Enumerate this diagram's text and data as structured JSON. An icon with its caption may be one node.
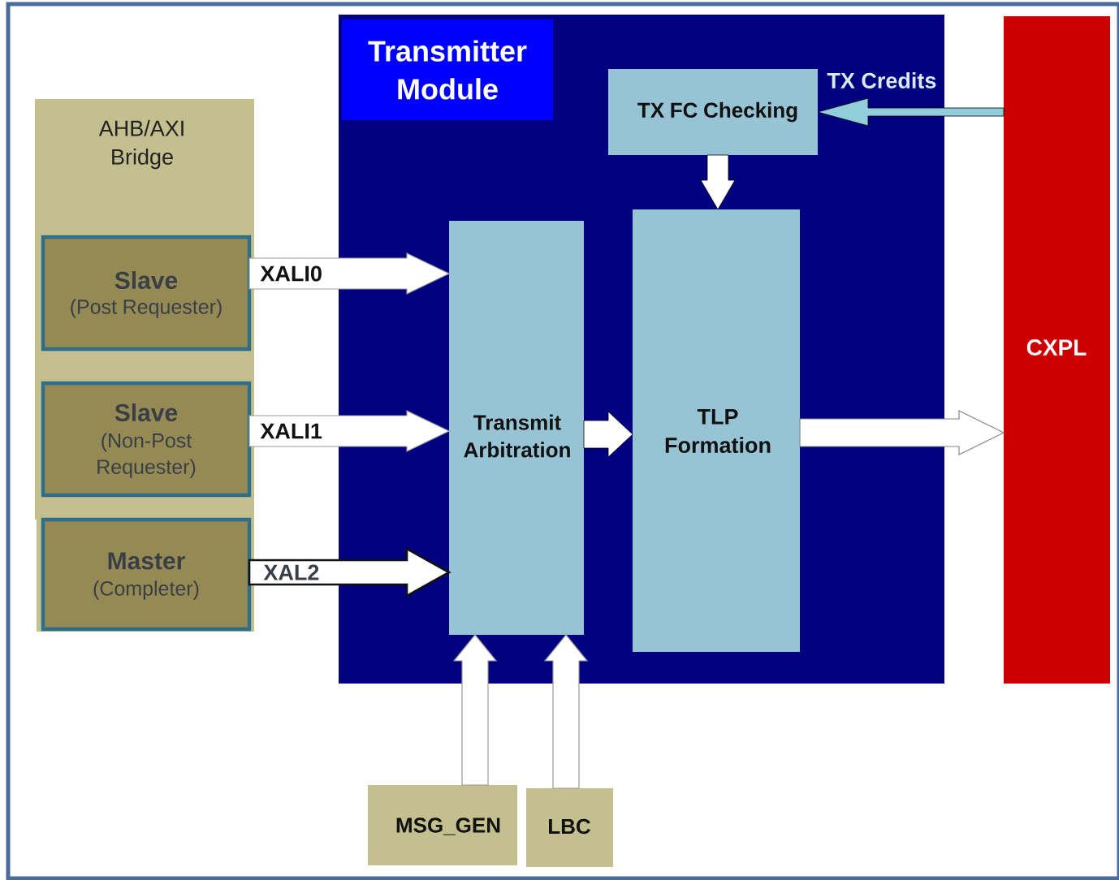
{
  "diagram": {
    "nodes": [
      {
        "text": [
          "AHB/AXI Bridge"
        ]
      },
      {
        "text": [
          "Slave",
          "(Post Requester)"
        ],
        "in": 0
      },
      {
        "text": [
          "Slave",
          "(Non-Post Requester)"
        ],
        "in": 0
      },
      {
        "text": [
          "Master",
          "(Completer)"
        ]
      },
      {
        "text": [
          "Transmitter Module"
        ]
      },
      {
        "text": [
          "TX FC Checking"
        ],
        "in": 4
      },
      {
        "text": [
          "Transmit Arbitration"
        ],
        "in": 4
      },
      {
        "text": [
          "TLP Formation"
        ],
        "in": 4
      },
      {
        "text": [
          "CXPL"
        ]
      },
      {
        "text": [
          "MSG_GEN"
        ]
      },
      {
        "text": [
          "LBC"
        ]
      }
    ],
    "edges": [
      {
        "from": 1,
        "to": 6,
        "arrow": "to",
        "label": "XALI0"
      },
      {
        "from": 2,
        "to": 6,
        "arrow": "to",
        "label": "XALI1"
      },
      {
        "from": 3,
        "to": 6,
        "arrow": "to",
        "label": "XAL2",
        "style": "thick"
      },
      {
        "from": 8,
        "to": 5,
        "arrow": "to",
        "label": "TX Credits",
        "color": "#92cddc"
      },
      {
        "from": 5,
        "to": 7,
        "arrow": "to"
      },
      {
        "from": 6,
        "to": 7,
        "arrow": "to"
      },
      {
        "from": 7,
        "to": 8,
        "arrow": "to"
      },
      {
        "from": 9,
        "to": 6,
        "arrow": "to"
      },
      {
        "from": 10,
        "to": 6,
        "arrow": "to"
      }
    ]
  }
}
